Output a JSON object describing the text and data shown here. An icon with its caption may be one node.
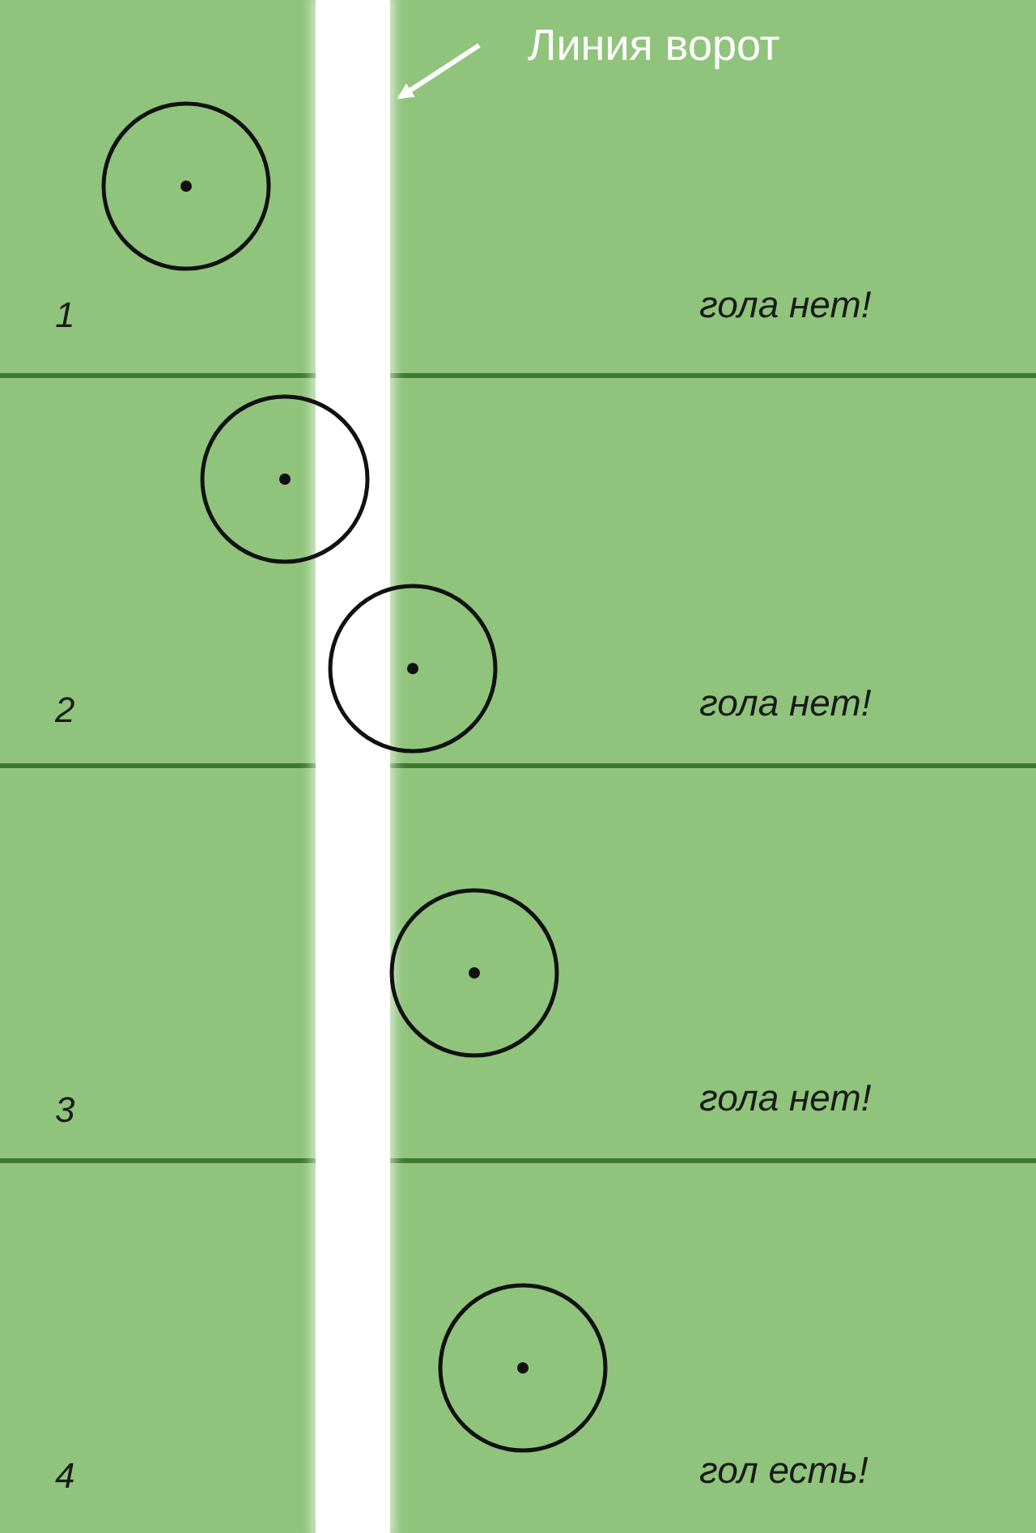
{
  "diagram": {
    "nodes": [
      {
        "text": [
          "Линия ворот"
        ]
      },
      {
        "text": [],
        "shape": "bar"
      }
    ],
    "edges": [
      {
        "from": 0,
        "to": 1,
        "arrow": "to"
      }
    ],
    "labels": [
      "1",
      "гола нет!",
      "2",
      "гола нет!",
      "3",
      "гола нет!",
      "4",
      "гол есть!"
    ]
  }
}
